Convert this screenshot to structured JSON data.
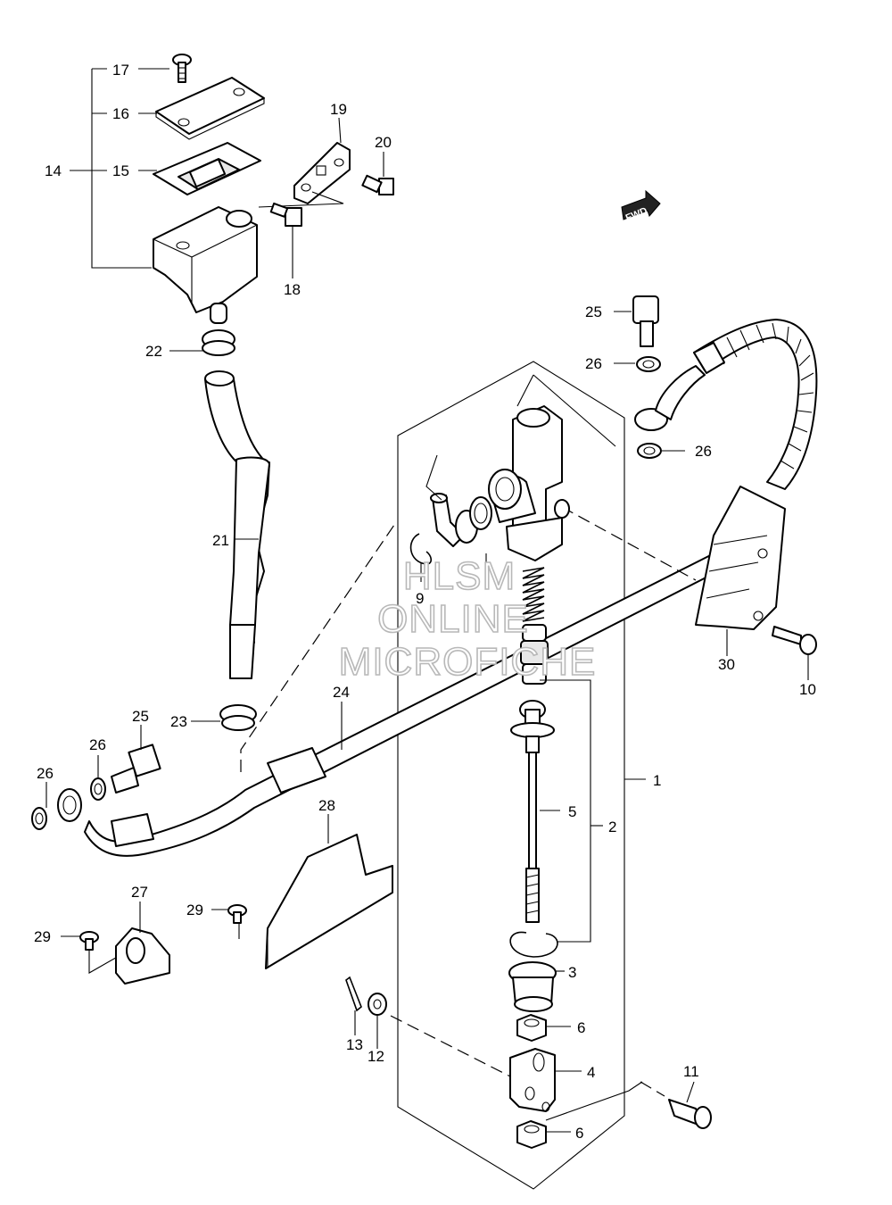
{
  "labels": {
    "p1": "1",
    "p2": "2",
    "p3": "3",
    "p4": "4",
    "p5": "5",
    "p6a": "6",
    "p6b": "6",
    "p9": "9",
    "p10": "10",
    "p11": "11",
    "p12": "12",
    "p13": "13",
    "p14": "14",
    "p15": "15",
    "p16": "16",
    "p17": "17",
    "p18": "18",
    "p19": "19",
    "p20": "20",
    "p21": "21",
    "p22": "22",
    "p23": "23",
    "p24": "24",
    "p25a": "25",
    "p25b": "25",
    "p26a": "26",
    "p26b": "26",
    "p26c": "26",
    "p26d": "26",
    "p27": "27",
    "p28": "28",
    "p29a": "29",
    "p29b": "29",
    "p30": "30"
  },
  "direction_marker": "FWD",
  "watermark": {
    "line1": "HLSM",
    "line2": "ONLINE",
    "line3": "MICROFICHE"
  }
}
